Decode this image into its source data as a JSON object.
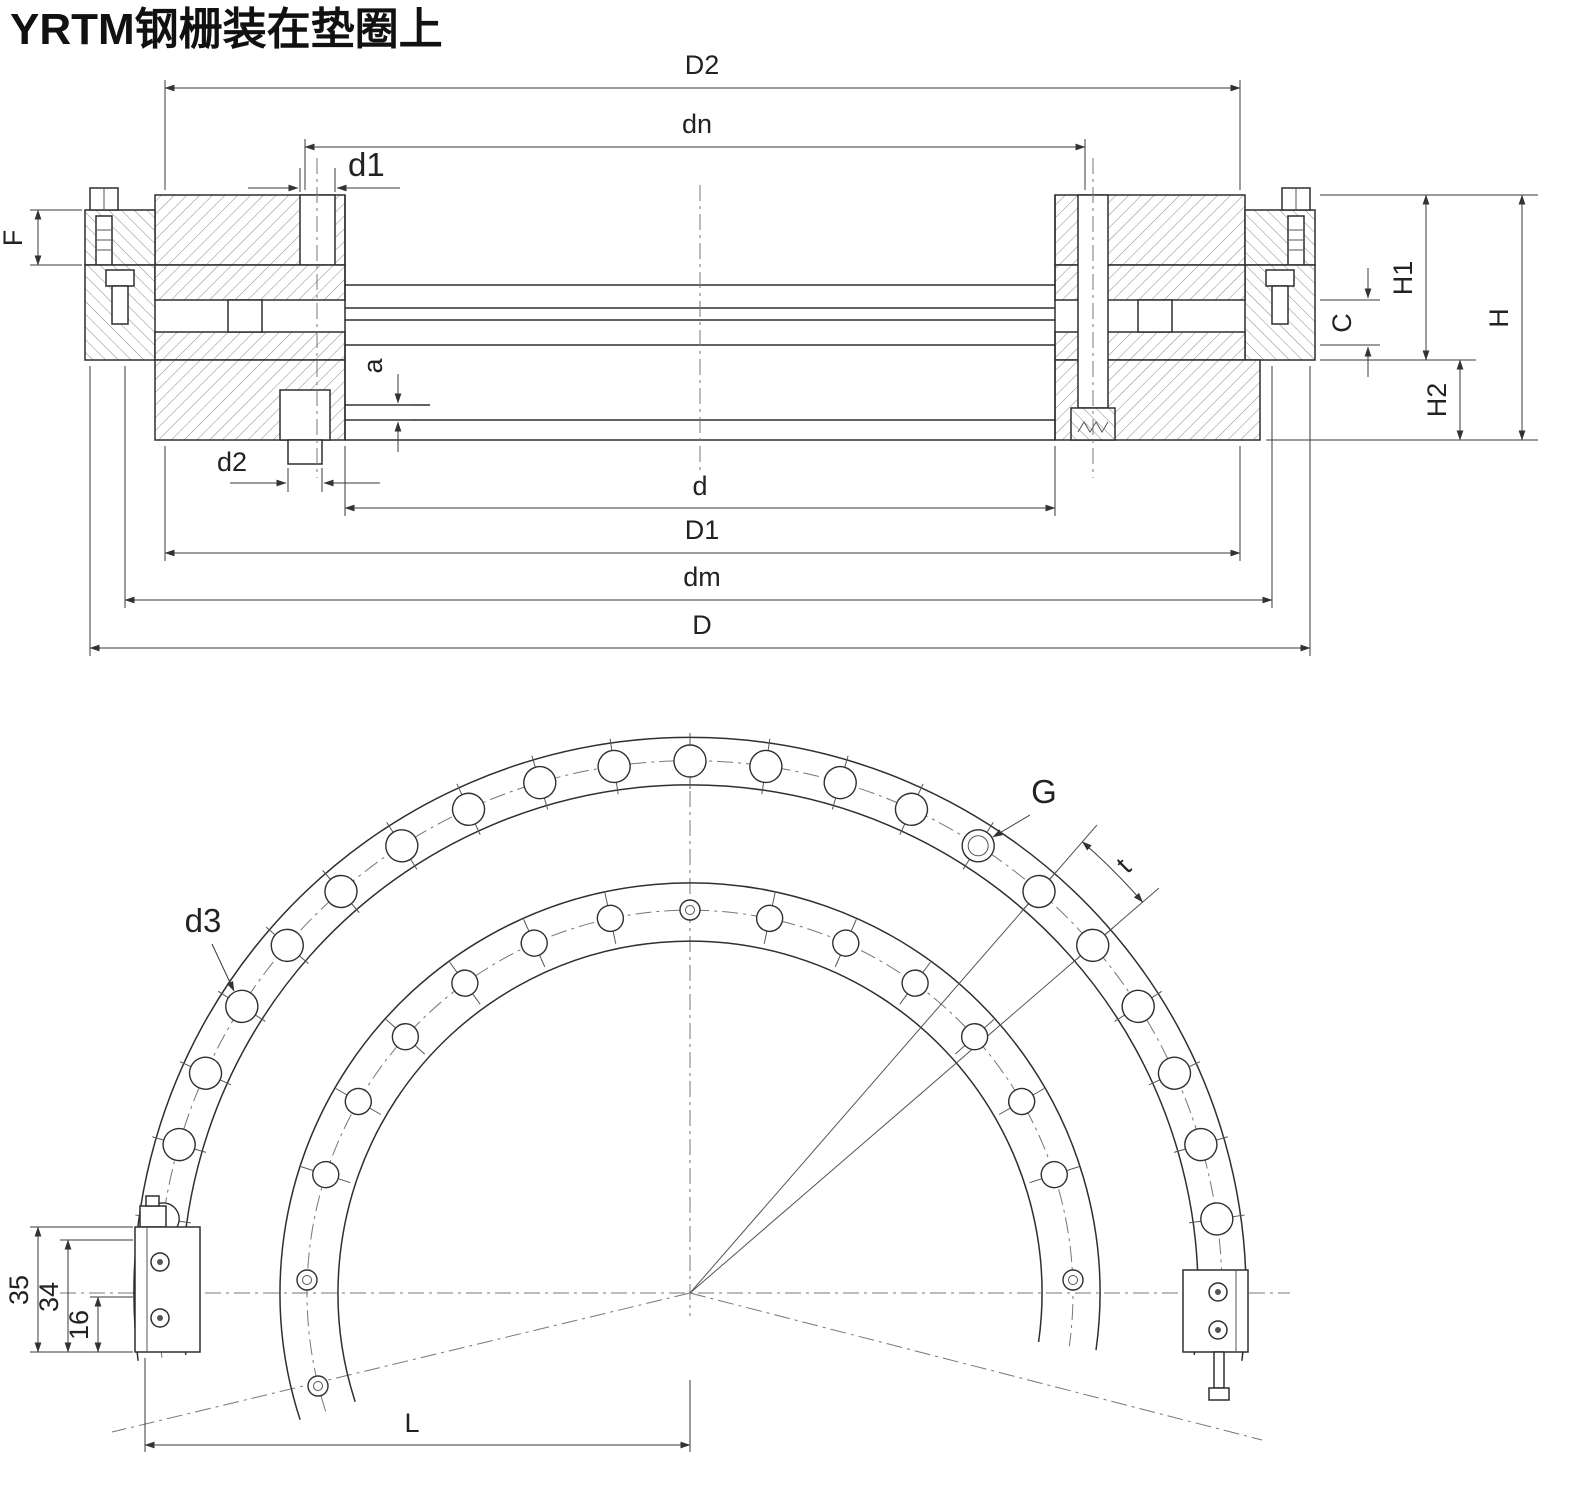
{
  "title": "YRTM钢栅装在垫圈上",
  "section": {
    "D2": "D2",
    "dn": "dn",
    "d1": "d1",
    "F": "F",
    "a": "a",
    "d2": "d2",
    "d": "d",
    "D1": "D1",
    "dm": "dm",
    "D": "D",
    "H1": "H1",
    "H": "H",
    "C": "C",
    "H2": "H2"
  },
  "plan": {
    "G": "G",
    "t": "t",
    "d3": "d3",
    "L": "L",
    "dim35": "35",
    "dim34": "34",
    "dim16": "16"
  }
}
